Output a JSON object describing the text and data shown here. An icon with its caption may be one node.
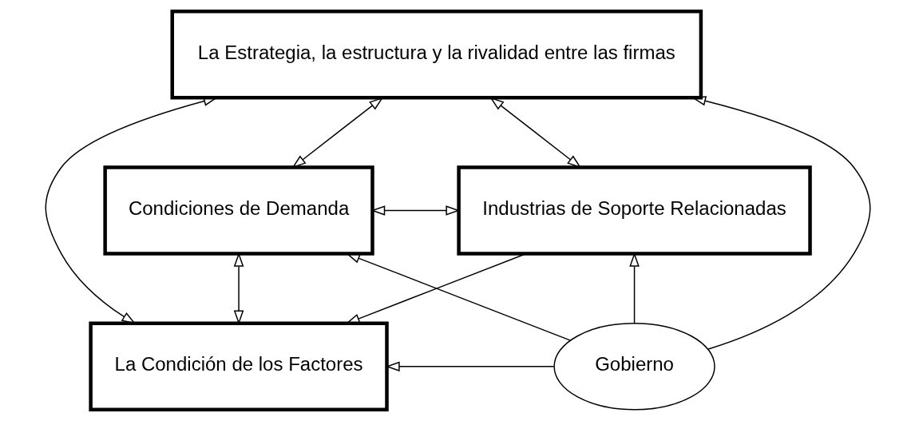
{
  "diagram": {
    "nodes": [
      {
        "text": [
          "La Estrategia, la estructura y la rivalidad entre las firmas"
        ]
      },
      {
        "text": [
          "Condiciones de Demanda"
        ]
      },
      {
        "text": [
          "Industrias de Soporte Relacionadas"
        ]
      },
      {
        "text": [
          "La Condición de los Factores"
        ]
      },
      {
        "text": [
          "Gobierno"
        ]
      }
    ],
    "edges": [
      {
        "from": 1,
        "to": 0,
        "arrow": "both"
      },
      {
        "from": 0,
        "to": 2,
        "arrow": "both"
      },
      {
        "from": 0,
        "to": 3,
        "arrow": "both"
      },
      {
        "from": 1,
        "to": 2,
        "arrow": "both"
      },
      {
        "from": 1,
        "to": 3,
        "arrow": "both"
      },
      {
        "from": 2,
        "to": 3,
        "arrow": "to"
      },
      {
        "from": 4,
        "to": 1,
        "arrow": "to"
      },
      {
        "from": 4,
        "to": 0,
        "arrow": "to"
      },
      {
        "from": 4,
        "to": 2,
        "arrow": "to"
      },
      {
        "from": 4,
        "to": 3,
        "arrow": "to"
      }
    ]
  }
}
